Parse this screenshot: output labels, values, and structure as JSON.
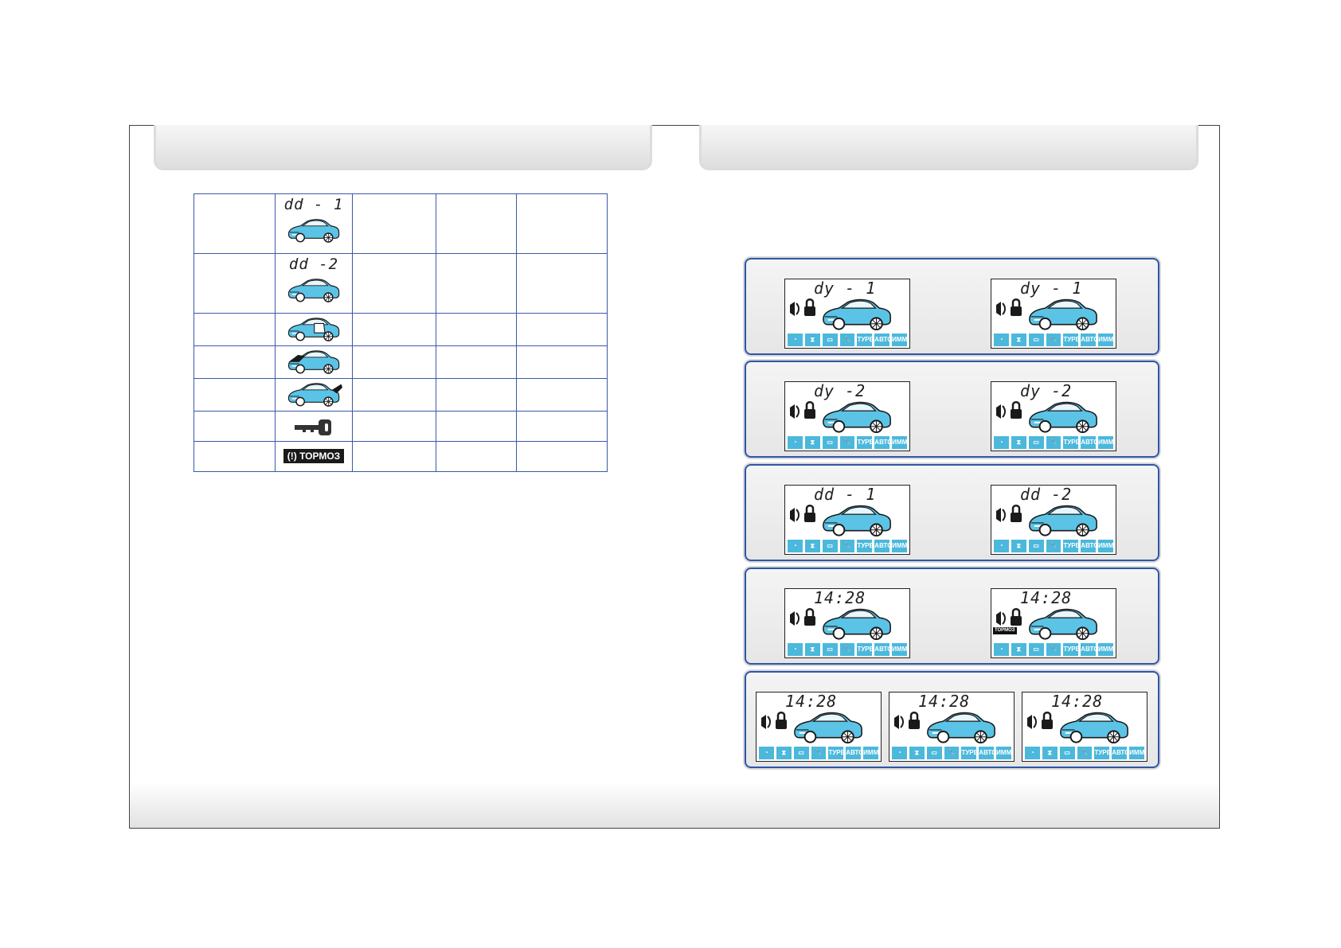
{
  "table": {
    "rows": [
      {
        "icon_name": "car-shock-sensor-1-icon",
        "code": "dd - 1"
      },
      {
        "icon_name": "car-shock-sensor-2-icon",
        "code": "dd -2"
      },
      {
        "icon_name": "car-door-open-icon",
        "code": ""
      },
      {
        "icon_name": "car-hood-open-icon",
        "code": ""
      },
      {
        "icon_name": "car-trunk-open-icon",
        "code": ""
      },
      {
        "icon_name": "ignition-key-icon",
        "code": ""
      },
      {
        "icon_name": "brake-indicator-icon",
        "badge": "(!) ТОРМОЗ"
      }
    ]
  },
  "displays": {
    "tray_labels": [
      "◔",
      "⧗",
      "▭",
      "🔧",
      "ТУРБО",
      "АВТО",
      "ИММО"
    ],
    "brake_badge": "ТОРМОЗ",
    "panel1": {
      "left": "dy - 1",
      "right": "dy - 1"
    },
    "panel2": {
      "left": "dy -2",
      "right": "dy -2"
    },
    "panel3": {
      "left": "dd - 1",
      "right": "dd -2"
    },
    "panel4": {
      "left": "14:28",
      "right": "14:28"
    },
    "panel5": {
      "a": "14:28",
      "b": "14:28",
      "c": "14:28"
    }
  },
  "colors": {
    "car_body": "#5bc3e6",
    "table_border": "#3a5aa8",
    "panel_border": "#2f55a8",
    "tray": "#4bb8dc"
  }
}
